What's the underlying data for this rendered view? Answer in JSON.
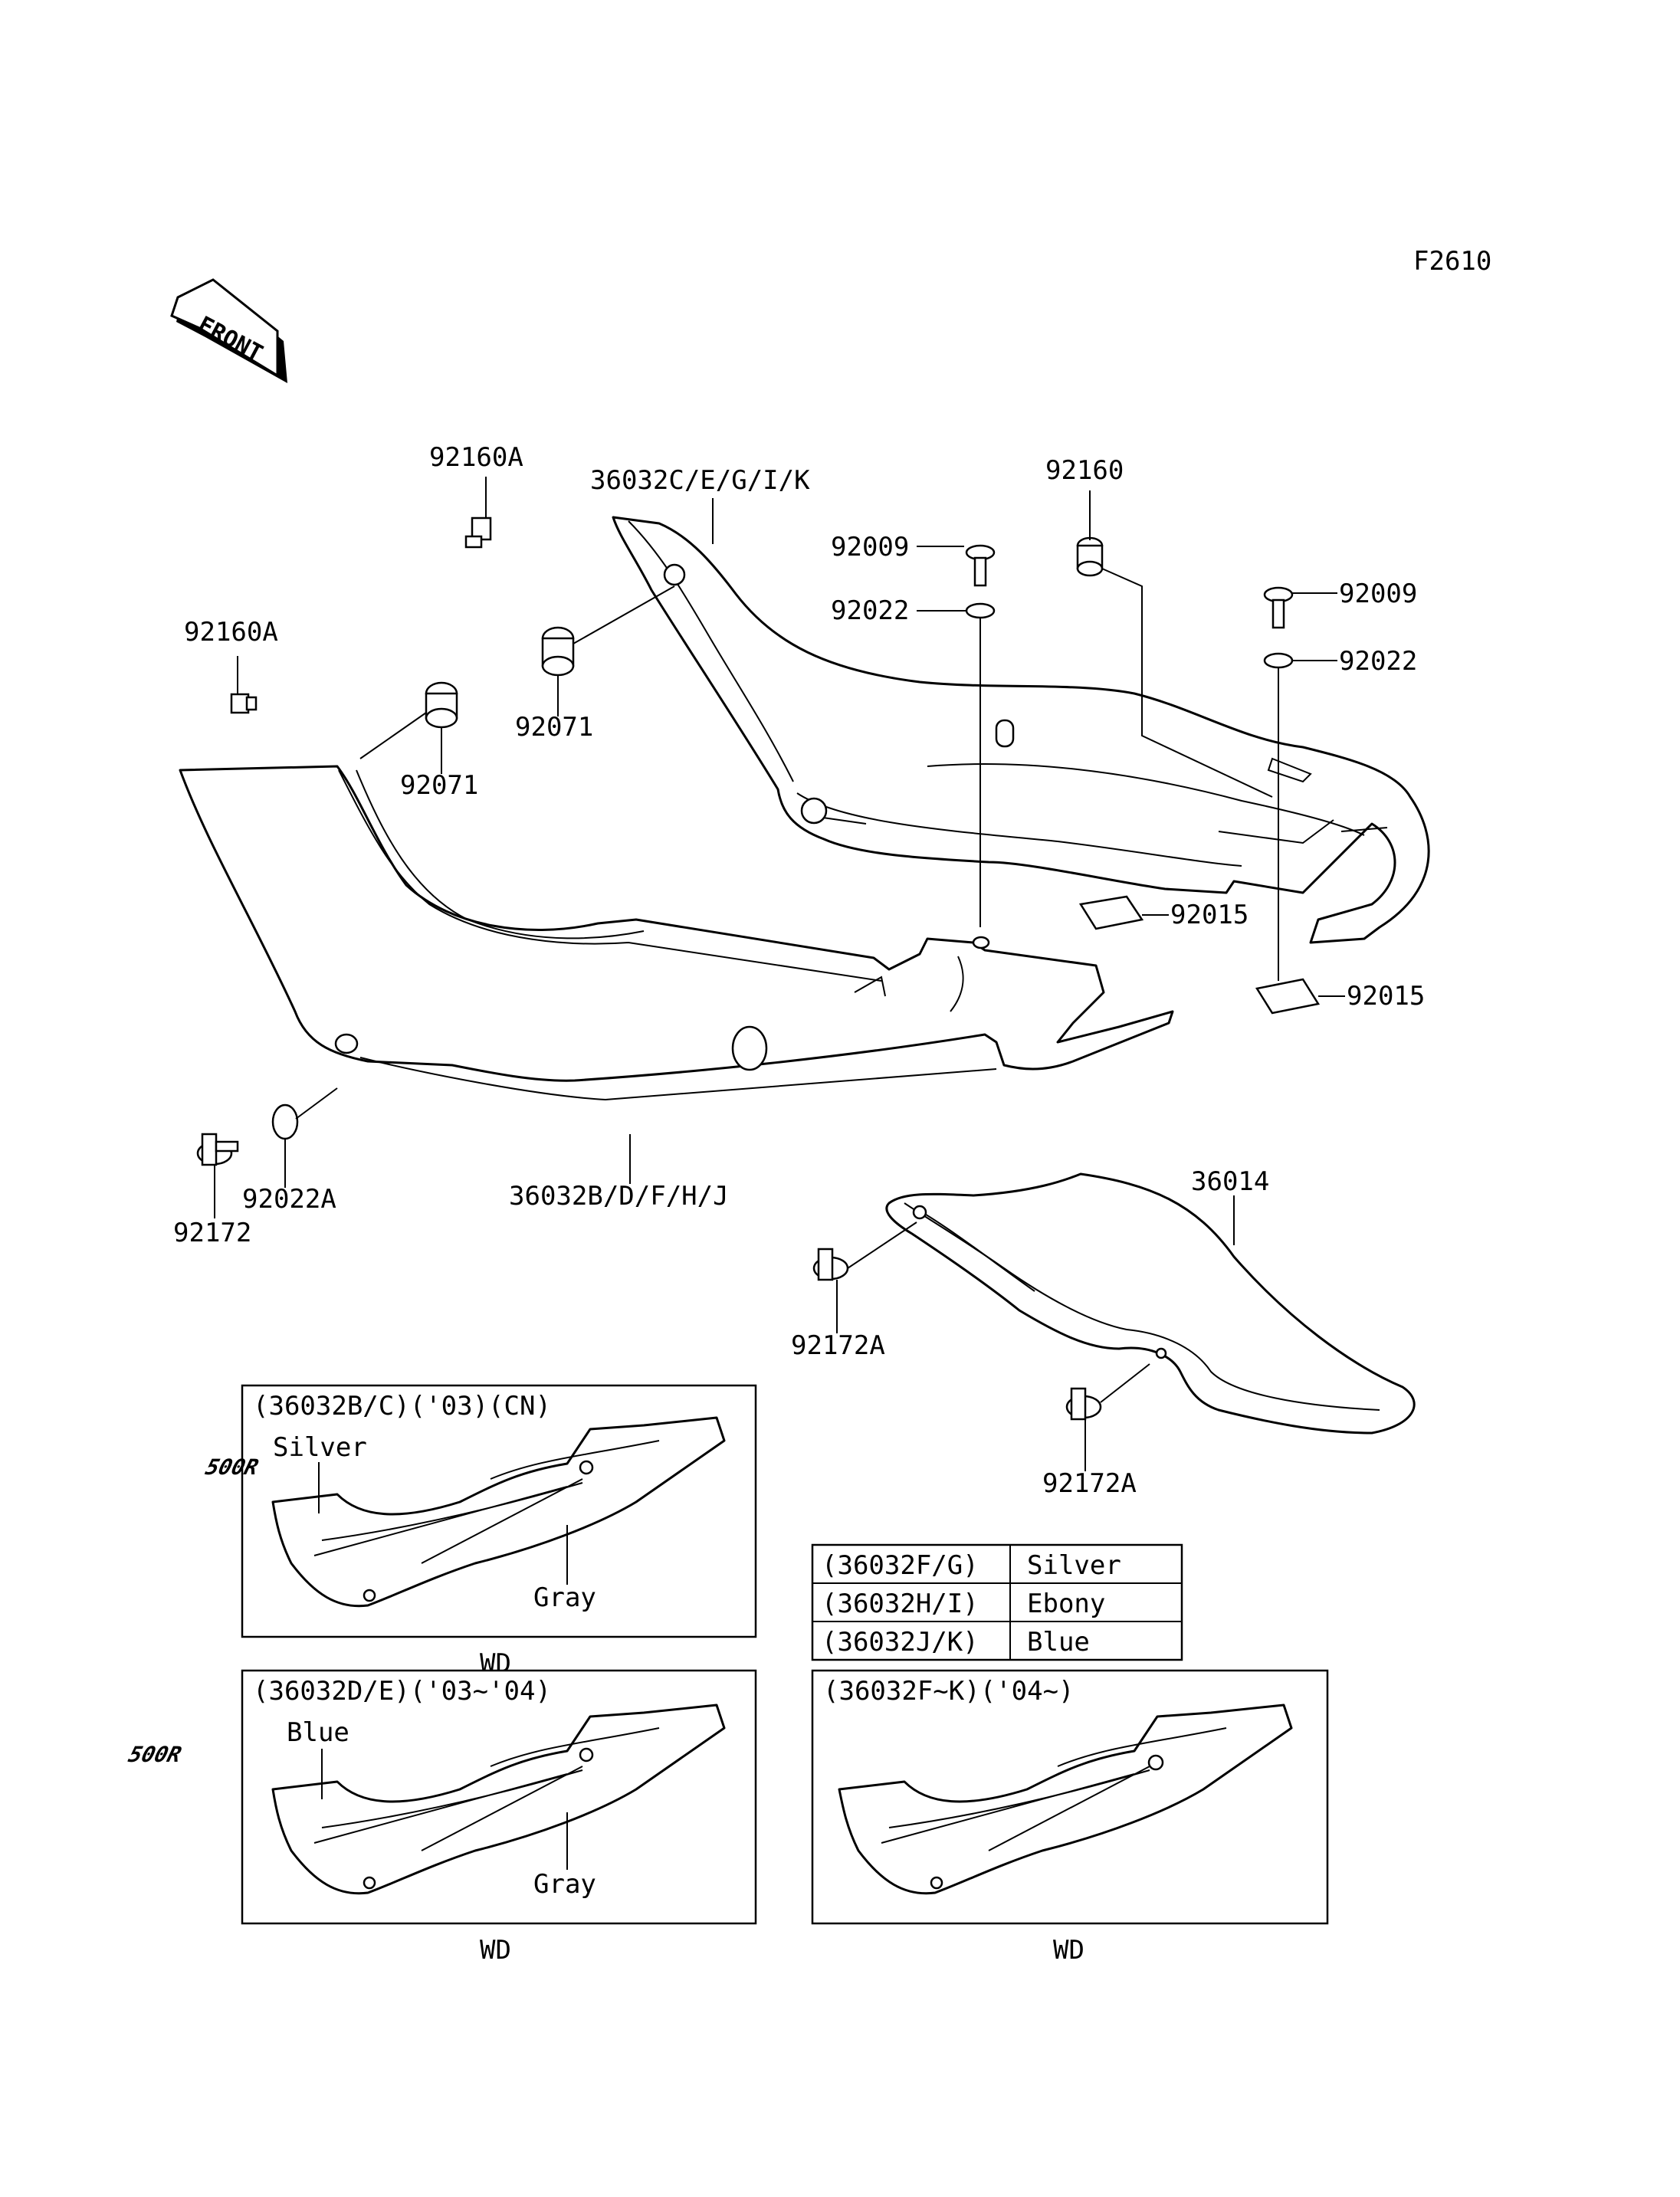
{
  "figure_code": "F2610",
  "front_badge": "FRONT",
  "callouts": {
    "p92160A_top": "92160A",
    "p92160A_left": "92160A",
    "p36032C": "36032C/E/G/I/K",
    "p92160": "92160",
    "p92009_center": "92009",
    "p92022_center": "92022",
    "p92009_right": "92009",
    "p92022_right": "92022",
    "p92071_center": "92071",
    "p92071_left": "92071",
    "p92015_upper": "92015",
    "p92015_lower": "92015",
    "p92172": "92172",
    "p92022A": "92022A",
    "p36032B": "36032B/D/F/H/J",
    "p36014": "36014",
    "p92172A_left": "92172A",
    "p92172A_right": "92172A"
  },
  "variant_boxes": [
    {
      "header": "(36032B/C)('03)(CN)",
      "color_top": "Silver",
      "color_bottom": "Gray",
      "logo": "500R",
      "footer": "WD"
    },
    {
      "header": "(36032D/E)('03~'04)",
      "color_top": "Blue",
      "color_bottom": "Gray",
      "logo": "500R",
      "footer": "WD"
    },
    {
      "header": "(36032F~K)('04~)",
      "footer": "WD"
    }
  ],
  "color_table": [
    {
      "code": "(36032F/G)",
      "color": "Silver"
    },
    {
      "code": "(36032H/I)",
      "color": "Ebony"
    },
    {
      "code": "(36032J/K)",
      "color": "Blue"
    }
  ]
}
